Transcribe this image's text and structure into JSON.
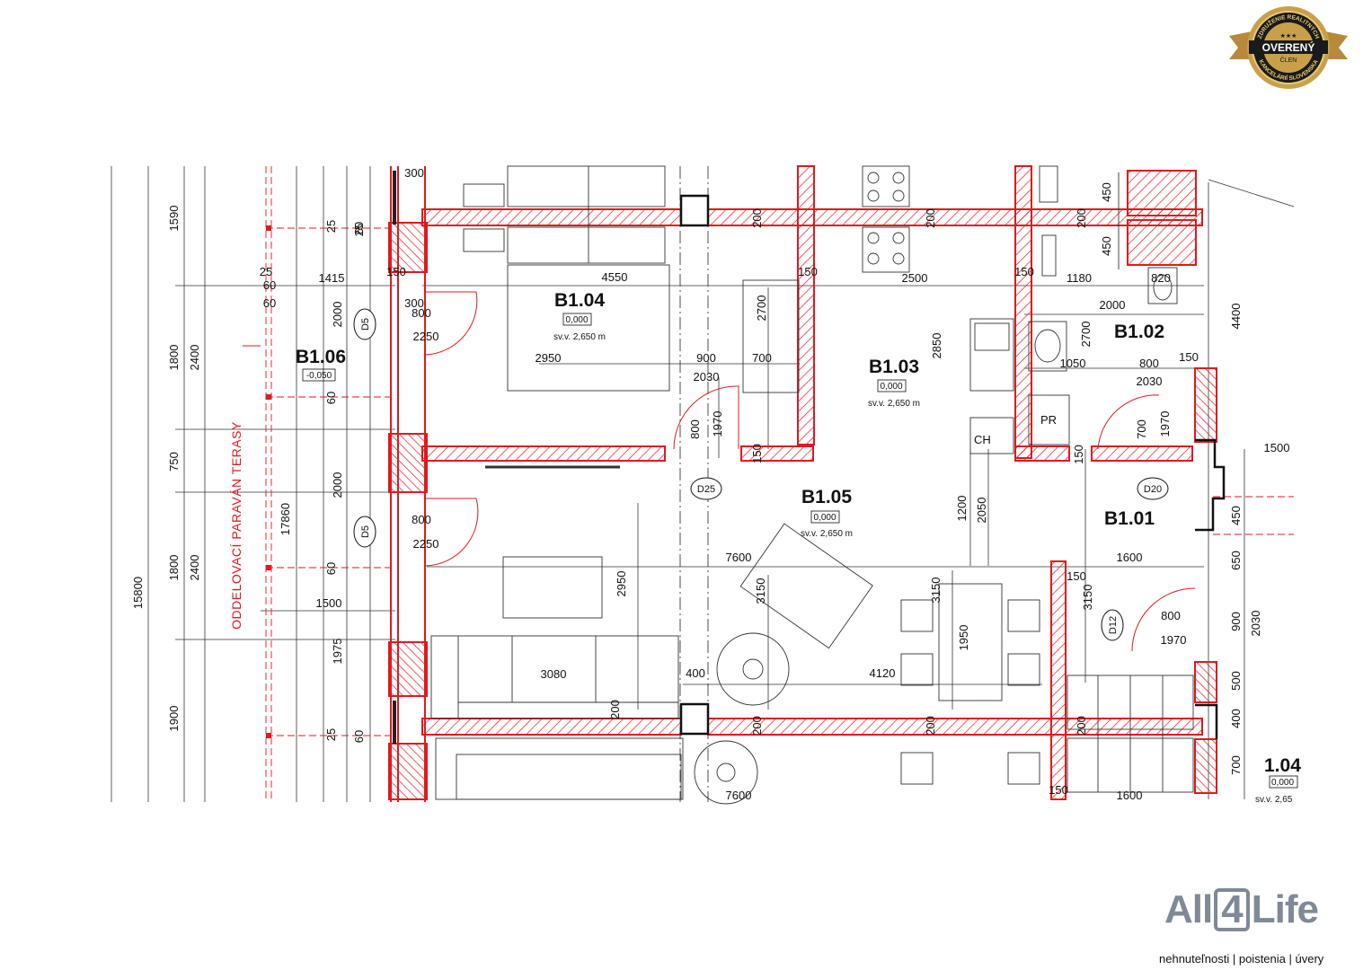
{
  "badge": {
    "ring_top": "ZDRUŽENIE REALITNÝCH",
    "ring_bottom": "KANCELÁRIÍ SLOVENSKA",
    "title": "OVERENÝ",
    "subtitle": "ČLEN",
    "stars": "★★★"
  },
  "brand": {
    "name_a": "All",
    "name_digit": "4",
    "name_b": "Life",
    "tagline": "nehnuteľnosti | poistenia | úvery"
  },
  "colors": {
    "wall_red": "#e0191e",
    "hatch": "#e0191e",
    "line": "#222222",
    "badge_gold": "#c9a04a",
    "brand_grey": "#7f8a96"
  },
  "plan": {
    "terrace_note": "ODDELOVACÍ PARAVÁN TERASY",
    "rooms": [
      {
        "id": "B1.04",
        "level": "0,000",
        "height": "sv.v. 2,650 m"
      },
      {
        "id": "B1.06",
        "level": "-0,050"
      },
      {
        "id": "B1.03",
        "level": "0,000",
        "height": "sv.v. 2,650 m"
      },
      {
        "id": "B1.02"
      },
      {
        "id": "B1.05",
        "level": "0,000",
        "height": "sv.v. 2,650 m"
      },
      {
        "id": "B1.01"
      },
      {
        "id": "1.04",
        "level": "0,000",
        "height": "sv.v. 2,65"
      }
    ],
    "doors": [
      "D5",
      "D5",
      "D25",
      "D20",
      "D12"
    ],
    "fixtures": {
      "pr": "PR",
      "ch": "CH"
    },
    "dims": [
      "1590",
      "1800",
      "2400",
      "750",
      "1800",
      "2400",
      "15800",
      "17860",
      "1900",
      "1500",
      "25",
      "60",
      "25",
      "60",
      "60",
      "60",
      "25",
      "60",
      "25",
      "1415",
      "60",
      "2000",
      "2000",
      "1975",
      "300",
      "150",
      "300",
      "800",
      "2250",
      "800",
      "2250",
      "4550",
      "2950",
      "900",
      "700",
      "2030",
      "800",
      "1970",
      "2700",
      "150",
      "150",
      "2950",
      "7600",
      "3080",
      "400",
      "200",
      "200",
      "7600",
      "3150",
      "200",
      "2500",
      "2850",
      "150",
      "1180",
      "820",
      "2000",
      "2700",
      "1050",
      "800",
      "2030",
      "150",
      "700",
      "1970",
      "200",
      "200",
      "150",
      "1200",
      "2050",
      "3150",
      "1950",
      "4120",
      "450",
      "450",
      "4400",
      "1500",
      "1600",
      "150",
      "3150",
      "800",
      "1970",
      "450",
      "650",
      "900",
      "2030",
      "500",
      "400",
      "700",
      "150",
      "1600",
      "200",
      "200"
    ]
  }
}
